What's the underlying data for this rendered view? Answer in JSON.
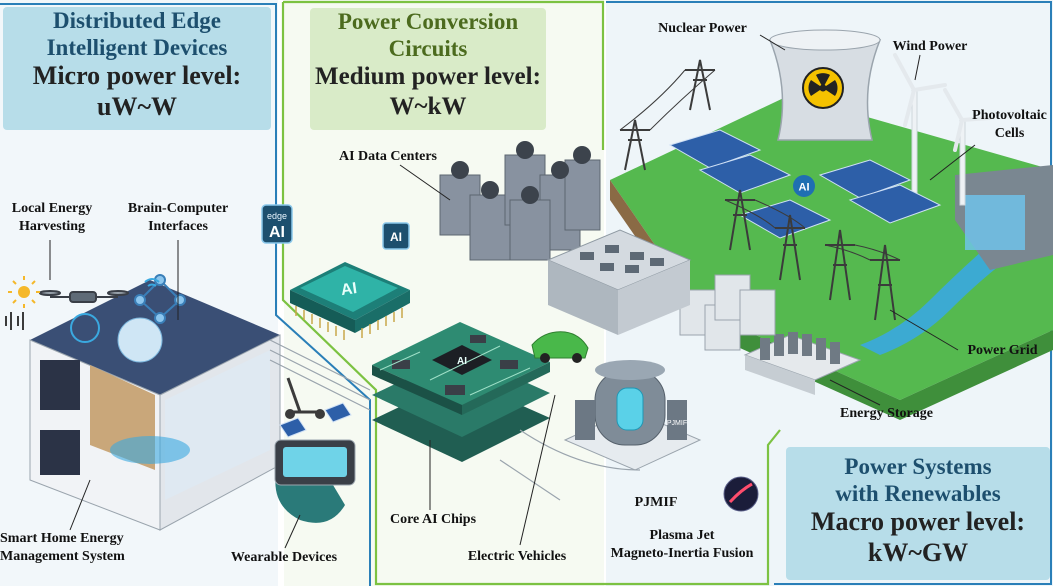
{
  "sections": {
    "edge": {
      "title_lines": [
        "Distributed Edge",
        "Intelligent Devices",
        "Micro power level:",
        "uW~W"
      ],
      "accent": "#2a7fb8"
    },
    "conversion": {
      "title_lines": [
        "Power Conversion",
        "Circuits",
        "Medium power level:",
        "W~kW"
      ],
      "accent": "#7cc242"
    },
    "grid": {
      "title_lines": [
        "Power Systems",
        "with Renewables",
        "Macro power level:",
        "kW~GW"
      ],
      "accent": "#2a7fb8"
    }
  },
  "labels": {
    "local_energy": [
      "Local Energy",
      "Harvesting"
    ],
    "bci": [
      "Brain-Computer",
      "Interfaces"
    ],
    "smart_home": [
      "Smart Home Energy",
      "Management System"
    ],
    "wearable": [
      "Wearable Devices"
    ],
    "ai_data_centers": [
      "AI Data Centers"
    ],
    "core_ai_chips": [
      "Core AI Chips"
    ],
    "electric_vehicles": [
      "Electric Vehicles"
    ],
    "pjmif": [
      "PJMIF"
    ],
    "plasma_jet": [
      "Plasma Jet",
      "Magneto-Inertia Fusion"
    ],
    "nuclear": [
      "Nuclear Power"
    ],
    "wind": [
      "Wind Power"
    ],
    "pv": [
      "Photovoltaic",
      "Cells"
    ],
    "power_grid": [
      "Power Grid"
    ],
    "energy_storage": [
      "Energy Storage"
    ]
  },
  "badges": {
    "edge_ai": [
      "edge",
      "AI"
    ],
    "chip_ai": "AI",
    "small_ai": "AI",
    "grid_ai": "AI",
    "fusion_plate": "PJMIF"
  },
  "colors": {
    "title_bg": "#b7dde9",
    "title_bg_green": "#d9ebc8",
    "title_text_blue": "#1d4f6e",
    "title_text_green": "#4c6b1e",
    "grass": "#4cb34a",
    "chip": "#2aa39a",
    "board": "#2e7d6b",
    "server": "#8892a0",
    "water": "#3aa9e0"
  }
}
